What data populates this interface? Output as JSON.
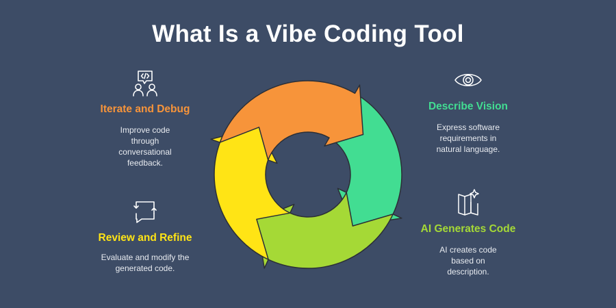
{
  "title": "What Is a Vibe Coding Tool",
  "colors": {
    "background": "#3D4C66",
    "orange": "#F7943A",
    "green": "#42DD92",
    "lime": "#A5D936",
    "yellow": "#FFE415"
  },
  "steps": [
    {
      "title": "Describe Vision",
      "description": "Express software requirements in natural language.",
      "icon": "eye-icon",
      "color": "#42DD92"
    },
    {
      "title": "AI Generates Code",
      "description": "AI creates code based on description.",
      "icon": "map-sparkle-icon",
      "color": "#A5D936"
    },
    {
      "title": "Review and Refine",
      "description": "Evaluate and modify the generated code.",
      "icon": "chat-refresh-icon",
      "color": "#FFE415"
    },
    {
      "title": "Iterate and Debug",
      "description": "Improve code through conversational feedback.",
      "icon": "code-chat-users-icon",
      "color": "#F7943A"
    }
  ]
}
